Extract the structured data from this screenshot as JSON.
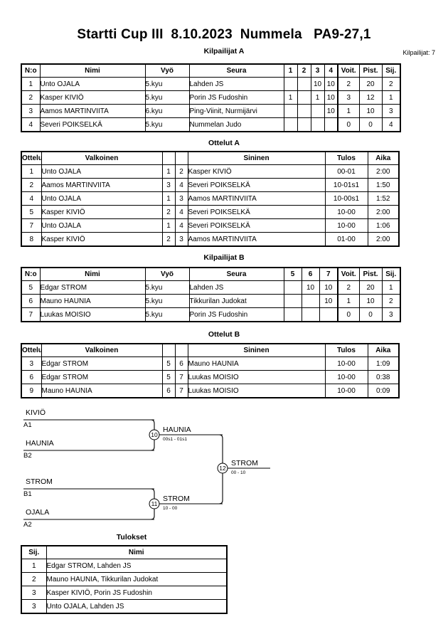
{
  "header": {
    "title": "Startti Cup III  8.10.2023  Nummela   PA9-27,1",
    "entrants": "Kilpailijat: 7"
  },
  "pool_a": {
    "caption": "Kilpailijat A",
    "columns": [
      "N:o",
      "Nimi",
      "Vyö",
      "Seura",
      "1",
      "2",
      "3",
      "4",
      "Voit.",
      "Pist.",
      "Sij."
    ],
    "rows": [
      {
        "no": "1",
        "name": "Unto OJALA",
        "belt": "5.kyu",
        "club": "Lahden JS",
        "m": [
          "",
          "",
          "10",
          "10"
        ],
        "wins": "2",
        "points": "20",
        "rank": "2"
      },
      {
        "no": "2",
        "name": "Kasper KIVIÖ",
        "belt": "5.kyu",
        "club": "Porin JS Fudoshin",
        "m": [
          "1",
          "",
          "1",
          "10"
        ],
        "wins": "3",
        "points": "12",
        "rank": "1"
      },
      {
        "no": "3",
        "name": "Aamos MARTINVIITA",
        "belt": "6.kyu",
        "club": "Ping-Viinit, Nurmijärvi",
        "m": [
          "",
          "",
          "",
          "10"
        ],
        "wins": "1",
        "points": "10",
        "rank": "3"
      },
      {
        "no": "4",
        "name": "Severi POIKSELKÄ",
        "belt": "5.kyu",
        "club": "Nummelan Judo",
        "m": [
          "",
          "",
          "",
          ""
        ],
        "wins": "0",
        "points": "0",
        "rank": "4"
      }
    ]
  },
  "matches_a": {
    "caption": "Ottelut A",
    "columns": [
      "Ottelu",
      "Valkoinen",
      "",
      "",
      "Sininen",
      "Tulos",
      "Aika"
    ],
    "rows": [
      {
        "no": "1",
        "white": "Unto OJALA",
        "wn": "1",
        "bn": "2",
        "blue": "Kasper KIVIÖ",
        "result": "00-01",
        "time": "2:00"
      },
      {
        "no": "2",
        "white": "Aamos MARTINVIITA",
        "wn": "3",
        "bn": "4",
        "blue": "Severi POIKSELKÄ",
        "result": "10-01s1",
        "time": "1:50"
      },
      {
        "no": "4",
        "white": "Unto OJALA",
        "wn": "1",
        "bn": "3",
        "blue": "Aamos MARTINVIITA",
        "result": "10-00s1",
        "time": "1:52"
      },
      {
        "no": "5",
        "white": "Kasper KIVIÖ",
        "wn": "2",
        "bn": "4",
        "blue": "Severi POIKSELKÄ",
        "result": "10-00",
        "time": "2:00"
      },
      {
        "no": "7",
        "white": "Unto OJALA",
        "wn": "1",
        "bn": "4",
        "blue": "Severi POIKSELKÄ",
        "result": "10-00",
        "time": "1:06"
      },
      {
        "no": "8",
        "white": "Kasper KIVIÖ",
        "wn": "2",
        "bn": "3",
        "blue": "Aamos MARTINVIITA",
        "result": "01-00",
        "time": "2:00"
      }
    ]
  },
  "pool_b": {
    "caption": "Kilpailijat B",
    "columns": [
      "N:o",
      "Nimi",
      "Vyö",
      "Seura",
      "5",
      "6",
      "7",
      "Voit.",
      "Pist.",
      "Sij."
    ],
    "rows": [
      {
        "no": "5",
        "name": "Edgar STROM",
        "belt": "5.kyu",
        "club": "Lahden JS",
        "m": [
          "",
          "10",
          "10"
        ],
        "wins": "2",
        "points": "20",
        "rank": "1"
      },
      {
        "no": "6",
        "name": "Mauno HAUNIA",
        "belt": "5.kyu",
        "club": "Tikkurilan Judokat",
        "m": [
          "",
          "",
          "10"
        ],
        "wins": "1",
        "points": "10",
        "rank": "2"
      },
      {
        "no": "7",
        "name": "Luukas MOISIO",
        "belt": "5.kyu",
        "club": "Porin JS Fudoshin",
        "m": [
          "",
          "",
          ""
        ],
        "wins": "0",
        "points": "0",
        "rank": "3"
      }
    ]
  },
  "matches_b": {
    "caption": "Ottelut B",
    "columns": [
      "Ottelu",
      "Valkoinen",
      "",
      "",
      "Sininen",
      "Tulos",
      "Aika"
    ],
    "rows": [
      {
        "no": "3",
        "white": "Edgar STROM",
        "wn": "5",
        "bn": "6",
        "blue": "Mauno HAUNIA",
        "result": "10-00",
        "time": "1:09"
      },
      {
        "no": "6",
        "white": "Edgar STROM",
        "wn": "5",
        "bn": "7",
        "blue": "Luukas MOISIO",
        "result": "10-00",
        "time": "0:38"
      },
      {
        "no": "9",
        "white": "Mauno HAUNIA",
        "wn": "6",
        "bn": "7",
        "blue": "Luukas MOISIO",
        "result": "10-00",
        "time": "0:09"
      }
    ]
  },
  "bracket": {
    "entries": [
      {
        "name": "KIVIÖ",
        "seed": "A1"
      },
      {
        "name": "HAUNIA",
        "seed": "B2"
      },
      {
        "name": "STROM",
        "seed": "B1"
      },
      {
        "name": "OJALA",
        "seed": "A2"
      }
    ],
    "semifinal_top": {
      "number": "10",
      "winner": "HAUNIA",
      "score": "00s1 - 01s1"
    },
    "semifinal_bottom": {
      "number": "11",
      "winner": "STROM",
      "score": "10 - 00"
    },
    "final": {
      "number": "12",
      "winner": "STROM",
      "score": "00 - 10"
    }
  },
  "results": {
    "caption": "Tulokset",
    "columns": [
      "Sij.",
      "Nimi"
    ],
    "rows": [
      {
        "rank": "1",
        "name": "Edgar STROM, Lahden JS"
      },
      {
        "rank": "2",
        "name": "Mauno HAUNIA, Tikkurilan Judokat"
      },
      {
        "rank": "3",
        "name": "Kasper KIVIÖ, Porin JS Fudoshin"
      },
      {
        "rank": "3",
        "name": "Unto OJALA, Lahden JS"
      }
    ]
  }
}
